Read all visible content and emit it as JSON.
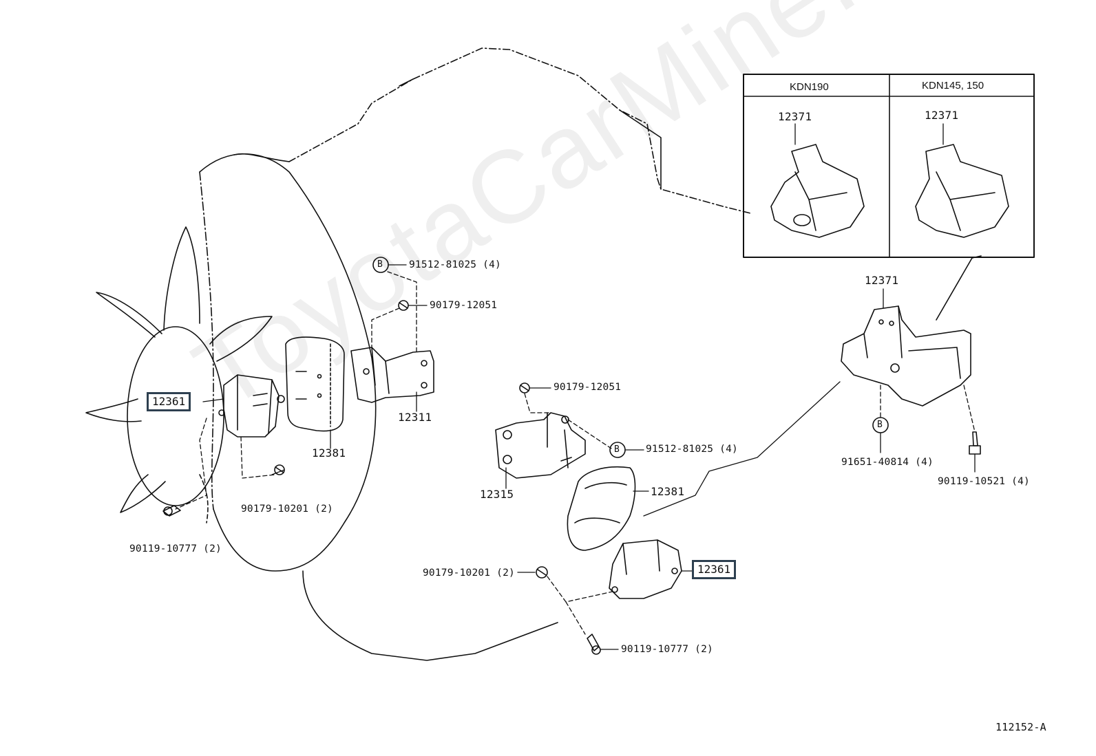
{
  "watermark": "ToyotaCarMine.ru",
  "diagram_code": "112152-A",
  "inset": {
    "col_left": "KDN190",
    "col_right": "KDN145, 150",
    "part_left": "12371",
    "part_right": "12371"
  },
  "callouts": {
    "mount_left": "12361",
    "mount_right": "12361",
    "insulator_left": "12381",
    "insulator_right": "12381",
    "bracket_left": "12311",
    "bracket_right": "12315",
    "rear_mount": "12371",
    "bolt_b_top": "91512-81025 (4)",
    "bolt_b_mid": "91512-81025 (4)",
    "bolt_b_rear": "91651-40814 (4)",
    "nut_top": "90179-12051",
    "nut_mid": "90179-12051",
    "nut_left_low": "90179-10201 (2)",
    "nut_right_low": "90179-10201 (2)",
    "bolt_left_low": "90119-10777 (2)",
    "bolt_right_low": "90119-10777 (2)",
    "bolt_rear": "90119-10521 (4)"
  },
  "markers": {
    "b1": "B",
    "b2": "B",
    "b3": "B"
  }
}
